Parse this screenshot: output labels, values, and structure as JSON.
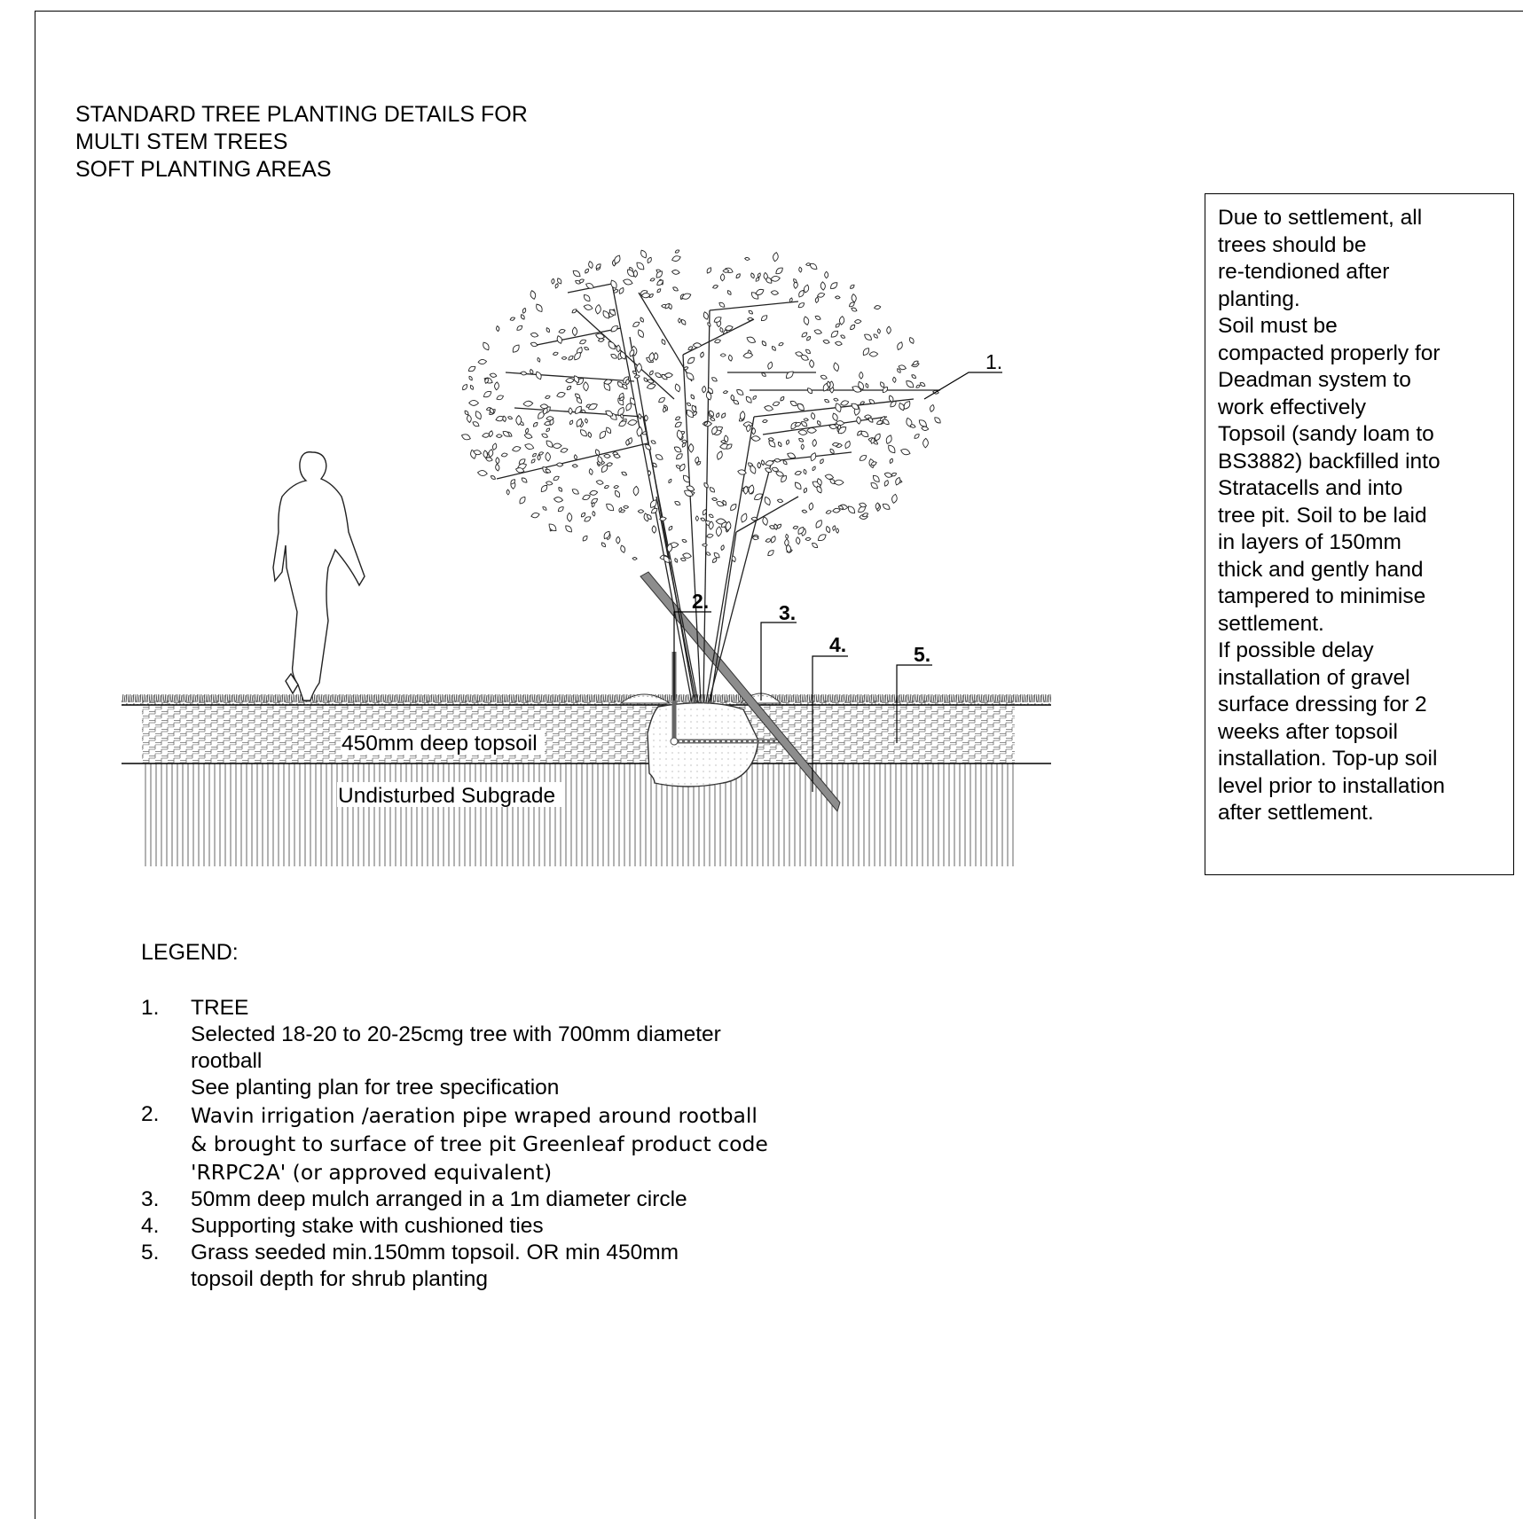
{
  "title": {
    "lines": [
      "STANDARD TREE PLANTING  DETAILS FOR",
      "MULTI STEM TREES",
      "SOFT PLANTING AREAS"
    ]
  },
  "diagram": {
    "callouts": [
      "1.",
      "2.",
      "3.",
      "4.",
      "5."
    ],
    "topsoil_label": "450mm deep topsoil",
    "subgrade_label": "Undisturbed Subgrade"
  },
  "notes": {
    "lines": [
      "Due to settlement, all",
      "trees should be",
      "re-tendioned after",
      "planting.",
      "Soil must be",
      "compacted properly for",
      "Deadman system to",
      "work effectively",
      "Topsoil (sandy loam to",
      "BS3882) backfilled into",
      "Stratacells and into",
      "tree pit. Soil to be laid",
      "in layers of 150mm",
      "thick and gently hand",
      "tampered to minimise",
      "settlement.",
      "If possible delay",
      "installation of gravel",
      "surface dressing for 2",
      "weeks after topsoil",
      "installation. Top-up soil",
      "level prior to installation",
      "after settlement."
    ]
  },
  "legend": {
    "title": "LEGEND:",
    "items": [
      {
        "number": "1.",
        "lines": [
          "TREE",
          "Selected 18-20 to 20-25cmg tree with 700mm diameter",
          "rootball",
          "See planting plan for tree specification"
        ]
      },
      {
        "number": "2.",
        "lines": [
          "Wavin irrigation /aeration pipe wraped around rootball",
          "& brought to surface of tree pit Greenleaf product code",
          "'RRPC2A' (or approved equivalent)"
        ]
      },
      {
        "number": "3.",
        "lines": [
          "50mm deep mulch arranged in a 1m diameter circle"
        ]
      },
      {
        "number": "4.",
        "lines": [
          "Supporting stake with cushioned ties"
        ]
      },
      {
        "number": "5.",
        "lines": [
          "Grass seeded min.150mm topsoil. OR min 450mm",
          "topsoil depth for shrub planting"
        ]
      }
    ]
  }
}
